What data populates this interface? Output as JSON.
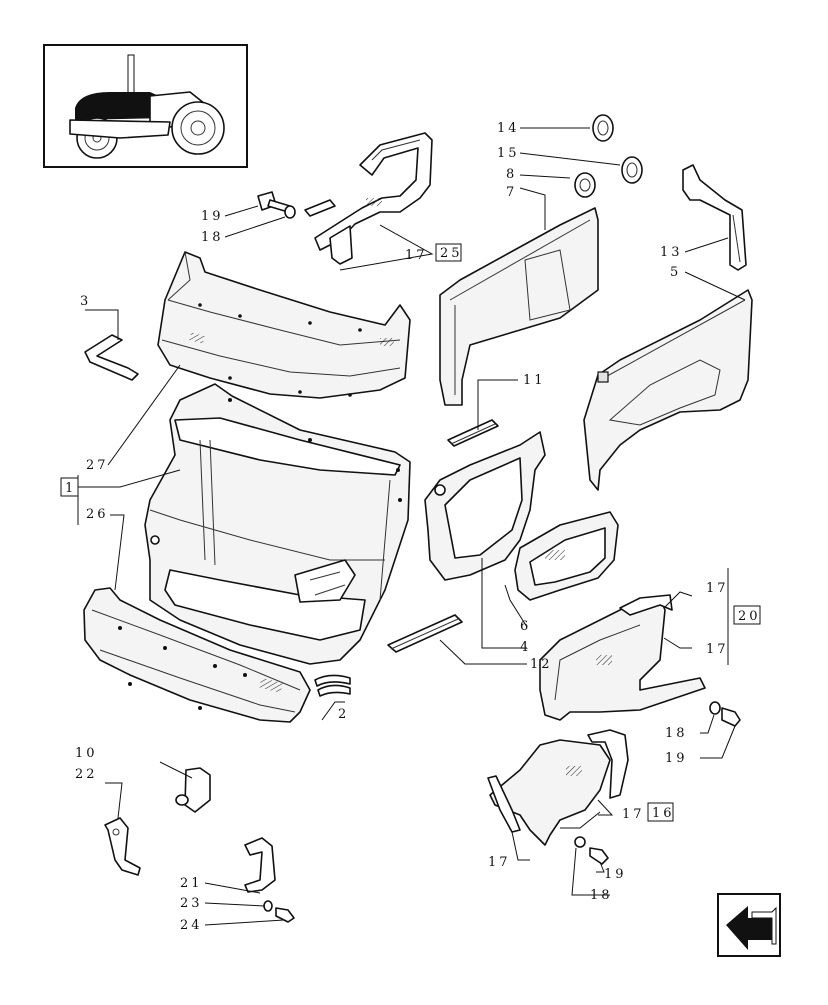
{
  "callouts": [
    {
      "id": "c14",
      "label": "14"
    },
    {
      "id": "c15",
      "label": "15"
    },
    {
      "id": "c8",
      "label": "8"
    },
    {
      "id": "c7",
      "label": "7"
    },
    {
      "id": "c19a",
      "label": "19"
    },
    {
      "id": "c18a",
      "label": "18"
    },
    {
      "id": "c17a",
      "label": "17"
    },
    {
      "id": "c25",
      "label": "25"
    },
    {
      "id": "c13",
      "label": "13"
    },
    {
      "id": "c5",
      "label": "5"
    },
    {
      "id": "c3",
      "label": "3"
    },
    {
      "id": "c11",
      "label": "11"
    },
    {
      "id": "c27",
      "label": "27"
    },
    {
      "id": "c1",
      "label": "1"
    },
    {
      "id": "c26",
      "label": "26"
    },
    {
      "id": "c17b",
      "label": "17"
    },
    {
      "id": "c20",
      "label": "20"
    },
    {
      "id": "c6",
      "label": "6"
    },
    {
      "id": "c4",
      "label": "4"
    },
    {
      "id": "c17c",
      "label": "17"
    },
    {
      "id": "c12",
      "label": "12"
    },
    {
      "id": "c2",
      "label": "2"
    },
    {
      "id": "c18b",
      "label": "18"
    },
    {
      "id": "c19b",
      "label": "19"
    },
    {
      "id": "c10",
      "label": "10"
    },
    {
      "id": "c22",
      "label": "22"
    },
    {
      "id": "c17d",
      "label": "17"
    },
    {
      "id": "c16",
      "label": "16"
    },
    {
      "id": "c17e",
      "label": "17"
    },
    {
      "id": "c19c",
      "label": "19"
    },
    {
      "id": "c18c",
      "label": "18"
    },
    {
      "id": "c21",
      "label": "21"
    },
    {
      "id": "c23",
      "label": "23"
    },
    {
      "id": "c24",
      "label": "24"
    }
  ],
  "icons": {
    "thumbnail": "tractor-thumbnail",
    "nav": "previous-page-arrow-icon"
  }
}
